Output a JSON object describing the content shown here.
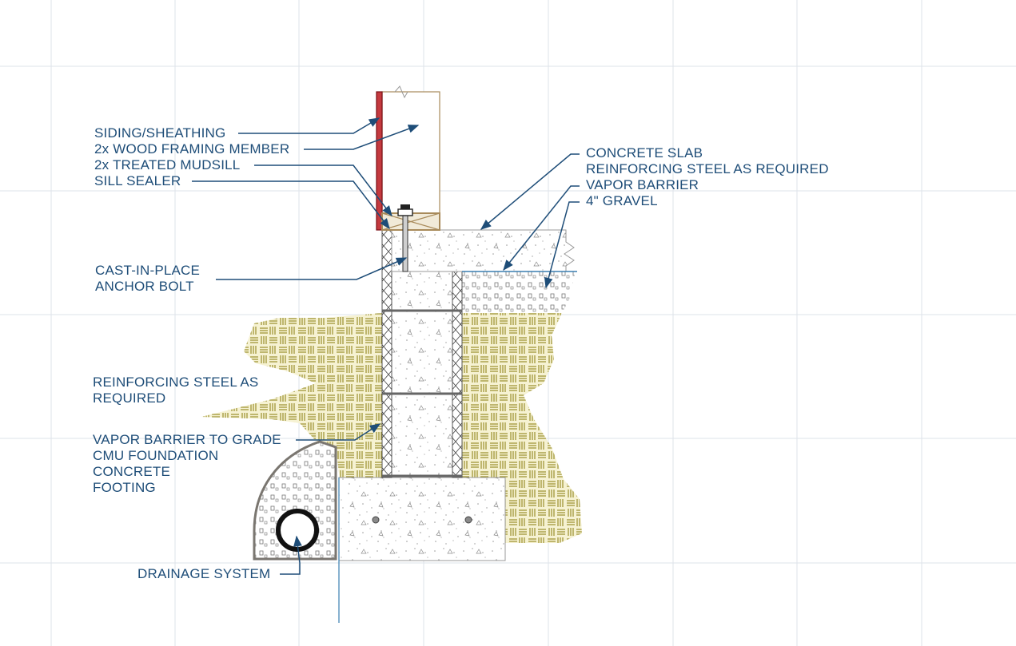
{
  "labels": {
    "siding": "SIDING/SHEATHING",
    "framing": "2x WOOD FRAMING MEMBER",
    "mudsill": "2x TREATED MUDSILL",
    "sill_sealer": "SILL SEALER",
    "concrete_slab": "CONCRETE SLAB",
    "slab_rebar": "REINFORCING STEEL AS REQUIRED",
    "vapor_barrier": "VAPOR BARRIER",
    "gravel": "4\" GRAVEL",
    "anchor_bolt_1": "CAST-IN-PLACE",
    "anchor_bolt_2": "ANCHOR BOLT",
    "wall_rebar_1": "REINFORCING STEEL AS",
    "wall_rebar_2": "REQUIRED",
    "vapor_grade": "VAPOR BARRIER TO GRADE",
    "cmu": "CMU FOUNDATION",
    "concrete": "CONCRETE",
    "footing": "FOOTING",
    "drainage": "DRAINAGE SYSTEM"
  },
  "colors": {
    "grid": "#dde3ea",
    "text": "#1e4d78",
    "leader": "#1e4d78",
    "soil": "#9a8f2c",
    "soil_bg": "#f4f0cc",
    "siding": "#b0202a",
    "wood": "#a88a5a",
    "concrete_line": "#9a9a9a"
  }
}
